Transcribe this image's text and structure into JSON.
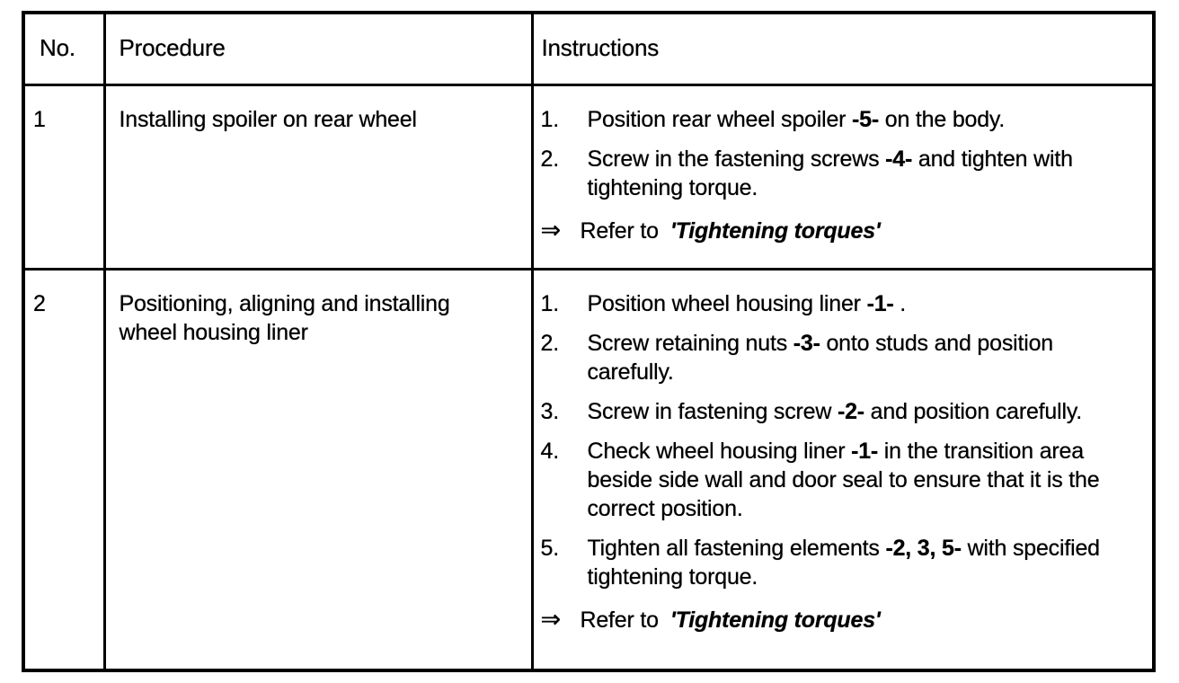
{
  "page": {
    "background": "#ffffff",
    "ink_color": "#000000"
  },
  "table": {
    "headers": {
      "no": "No.",
      "procedure": "Procedure",
      "instructions": "Instructions"
    },
    "rows": [
      {
        "no": "1",
        "procedure": "Installing spoiler on rear wheel",
        "steps": [
          {
            "label": "1.",
            "segments": [
              {
                "text": "Position rear wheel spoiler ",
                "bold": false
              },
              {
                "text": "-5-",
                "bold": true
              },
              {
                "text": " on the body.",
                "bold": false
              }
            ]
          },
          {
            "label": "2.",
            "segments": [
              {
                "text": "Screw in the fastening screws ",
                "bold": false
              },
              {
                "text": "-4-",
                "bold": true
              },
              {
                "text": " and tighten with tightening torque.",
                "bold": false
              }
            ]
          }
        ],
        "reference": {
          "arrow": "⇒",
          "prefix": "Refer to",
          "target": "'Tightening torques'"
        }
      },
      {
        "no": "2",
        "procedure": "Positioning, aligning and installing wheel housing liner",
        "steps": [
          {
            "label": "1.",
            "segments": [
              {
                "text": "Position wheel housing liner ",
                "bold": false
              },
              {
                "text": "-1-",
                "bold": true
              },
              {
                "text": " .",
                "bold": false
              }
            ]
          },
          {
            "label": "2.",
            "segments": [
              {
                "text": "Screw retaining nuts ",
                "bold": false
              },
              {
                "text": "-3-",
                "bold": true
              },
              {
                "text": " onto studs and position carefully.",
                "bold": false
              }
            ]
          },
          {
            "label": "3.",
            "segments": [
              {
                "text": "Screw in fastening screw ",
                "bold": false
              },
              {
                "text": "-2-",
                "bold": true
              },
              {
                "text": " and position carefully.",
                "bold": false
              }
            ]
          },
          {
            "label": "4.",
            "segments": [
              {
                "text": "Check wheel housing liner ",
                "bold": false
              },
              {
                "text": "-1-",
                "bold": true
              },
              {
                "text": " in the transition area beside side wall and door seal to ensure that it is the correct position.",
                "bold": false
              }
            ]
          },
          {
            "label": "5.",
            "segments": [
              {
                "text": "Tighten all fastening elements ",
                "bold": false
              },
              {
                "text": "-2, 3, 5-",
                "bold": true
              },
              {
                "text": " with specified tightening torque.",
                "bold": false
              }
            ]
          }
        ],
        "reference": {
          "arrow": "⇒",
          "prefix": "Refer to",
          "target": "'Tightening torques'"
        }
      }
    ]
  }
}
